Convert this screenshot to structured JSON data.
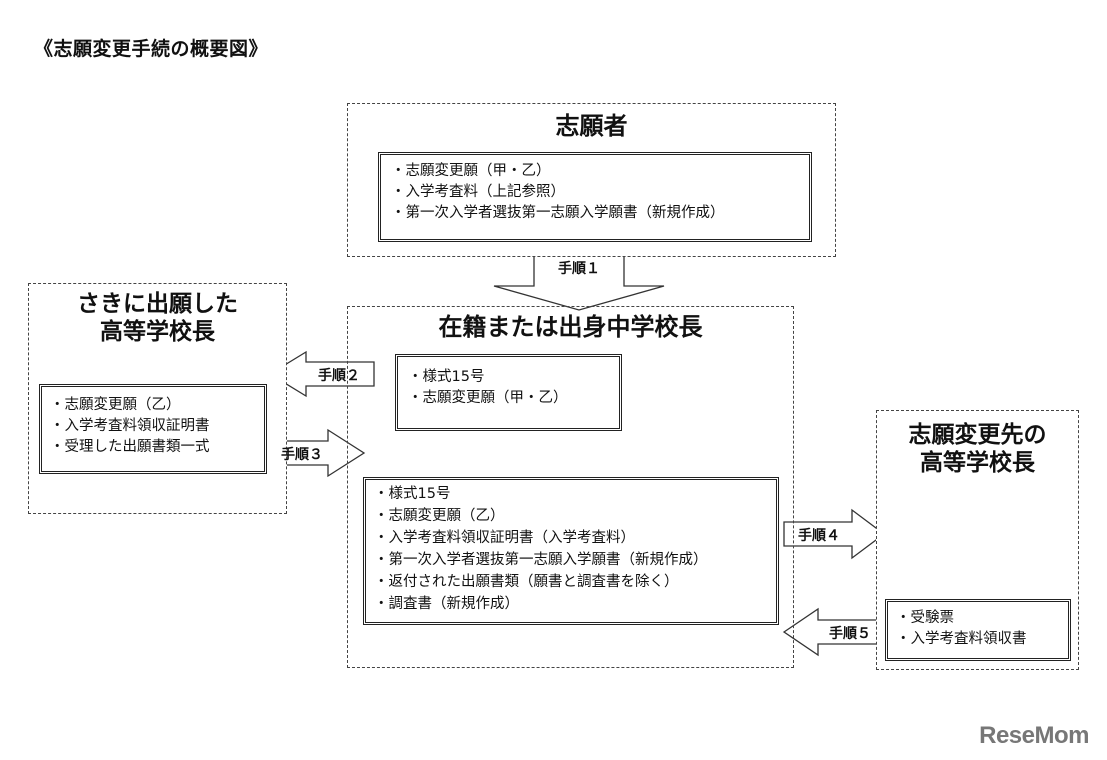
{
  "title": "《志願変更手続の概要図》",
  "applicant": {
    "heading": "志願者",
    "items": [
      "志願変更願（甲・乙）",
      "入学考査料（上記参照）",
      "第一次入学者選抜第一志願入学願書（新規作成）"
    ]
  },
  "prev_school": {
    "heading_lines": [
      "さきに出願した",
      "高等学校長"
    ],
    "items": [
      "志願変更願（乙）",
      "入学考査料領収証明書",
      "受理した出願書類一式"
    ]
  },
  "middle_school": {
    "heading": "在籍または出身中学校長",
    "items_top": [
      "様式15号",
      "志願変更願（甲・乙）"
    ],
    "items_bottom": [
      "様式15号",
      "志願変更願（乙）",
      "入学考査料領収証明書（入学考査料）",
      "第一次入学者選抜第一志願入学願書（新規作成）",
      "返付された出願書類（願書と調査書を除く）",
      "調査書（新規作成）"
    ]
  },
  "new_school": {
    "heading_lines": [
      "志願変更先の",
      "高等学校長"
    ],
    "items": [
      "受験票",
      "入学考査料領収書"
    ]
  },
  "steps": {
    "step1": "手順１",
    "step2": "手順２",
    "step3": "手順３",
    "step4": "手順４",
    "step5": "手順５"
  },
  "watermark": "ReseMom"
}
